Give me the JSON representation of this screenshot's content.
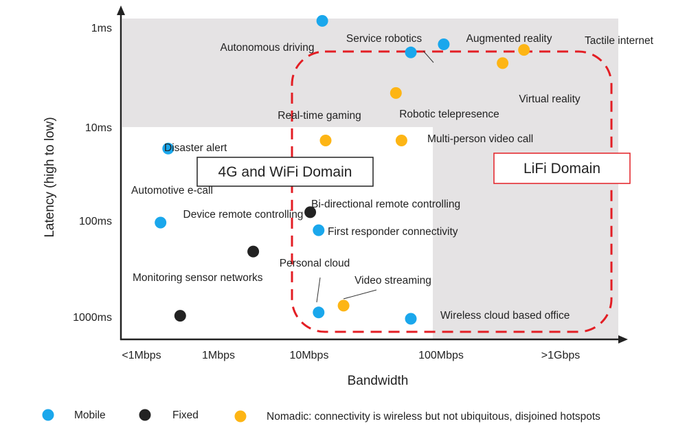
{
  "chart_data": {
    "type": "scatter",
    "xlabel": "Bandwidth",
    "ylabel": "Latency (high to low)",
    "x_ticks": [
      "<1Mbps",
      "1Mbps",
      "10Mbps",
      "100Mbps",
      ">1Gbps"
    ],
    "y_ticks": [
      "1ms",
      "10ms",
      "100ms",
      "1000ms"
    ],
    "x_scale": "log",
    "y_scale": "log",
    "legend_placement": "bottom",
    "categories": [
      {
        "key": "mobile",
        "label": "Mobile",
        "color": "#1aa7ec"
      },
      {
        "key": "fixed",
        "label": "Fixed",
        "color": "#222222"
      },
      {
        "key": "nomadic",
        "label": "Nomadic: connectivity is wireless but not ubiquitous, disjoined hotspots",
        "color": "#fdb515"
      }
    ],
    "regions": [
      {
        "label": "4G and WiFi Domain",
        "color": "#222222"
      },
      {
        "label": "LiFi Domain",
        "color": "#e31e24"
      }
    ],
    "points": [
      {
        "label": "Autonomous driving",
        "category": "mobile",
        "x_mbps": 12,
        "y_ms": 0.8
      },
      {
        "label": "Service robotics",
        "category": "mobile",
        "x_mbps": 100,
        "y_ms": 1.7
      },
      {
        "label": "Augmented reality",
        "category": "mobile",
        "x_mbps": 220,
        "y_ms": 1.4
      },
      {
        "label": "Tactile internet",
        "category": "nomadic",
        "x_mbps": 1500,
        "y_ms": 1.6
      },
      {
        "label": "Virtual reality",
        "category": "nomadic",
        "x_mbps": 900,
        "y_ms": 2.2
      },
      {
        "label": "Robotic telepresence",
        "category": "nomadic",
        "x_mbps": 70,
        "y_ms": 4.5
      },
      {
        "label": "Real-time gaming",
        "category": "nomadic",
        "x_mbps": 13,
        "y_ms": 14
      },
      {
        "label": "Multi-person video call",
        "category": "nomadic",
        "x_mbps": 80,
        "y_ms": 14
      },
      {
        "label": "Disaster alert",
        "category": "mobile",
        "x_mbps": 0.3,
        "y_ms": 17
      },
      {
        "label": "Automotive e-call",
        "category": "mobile",
        "x_mbps": 0.25,
        "y_ms": 100
      },
      {
        "label": "Device remote controlling",
        "category": "fixed",
        "x_mbps": 2.3,
        "y_ms": 200
      },
      {
        "label": "Bi-directional remote controlling",
        "category": "fixed",
        "x_mbps": 9,
        "y_ms": 78
      },
      {
        "label": "First responder connectivity",
        "category": "mobile",
        "x_mbps": 11,
        "y_ms": 120
      },
      {
        "label": "Monitoring sensor networks",
        "category": "fixed",
        "x_mbps": 0.4,
        "y_ms": 930
      },
      {
        "label": "Personal cloud",
        "category": "mobile",
        "x_mbps": 11,
        "y_ms": 860
      },
      {
        "label": "Video streaming",
        "category": "nomadic",
        "x_mbps": 20,
        "y_ms": 730
      },
      {
        "label": "Wireless cloud based office",
        "category": "mobile",
        "x_mbps": 100,
        "y_ms": 1000
      }
    ]
  }
}
